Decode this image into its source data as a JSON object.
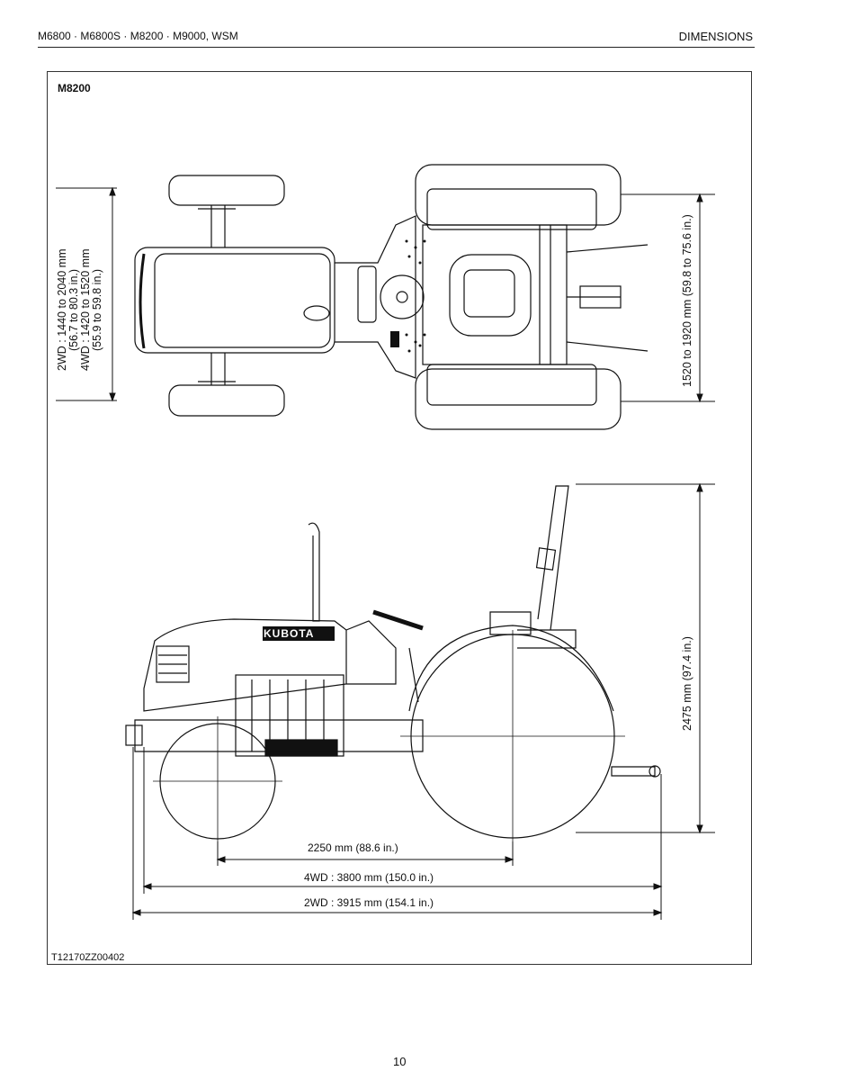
{
  "header": {
    "left": "M6800 · M6800S · M8200 · M9000, WSM",
    "right": "DIMENSIONS"
  },
  "figure": {
    "model": "M8200",
    "logo_text": "KUBOTA",
    "tread_left": {
      "line1": "2WD : 1440 to 2040 mm",
      "line2": "(56.7 to 80.3 in.)",
      "line3": "4WD : 1420 to 1520 mm",
      "line4": "(55.9 to 59.8 in.)"
    },
    "tread_right": "1520 to 1920 mm (59.8 to 75.6 in.)",
    "height": "2475 mm (97.4 in.)",
    "wheelbase": "2250 mm (88.6 in.)",
    "length_4wd": "4WD : 3800 mm (150.0 in.)",
    "length_2wd": "2WD : 3915 mm (154.1 in.)",
    "code": "T12170ZZ00402"
  },
  "footer": {
    "page_number": "10"
  }
}
